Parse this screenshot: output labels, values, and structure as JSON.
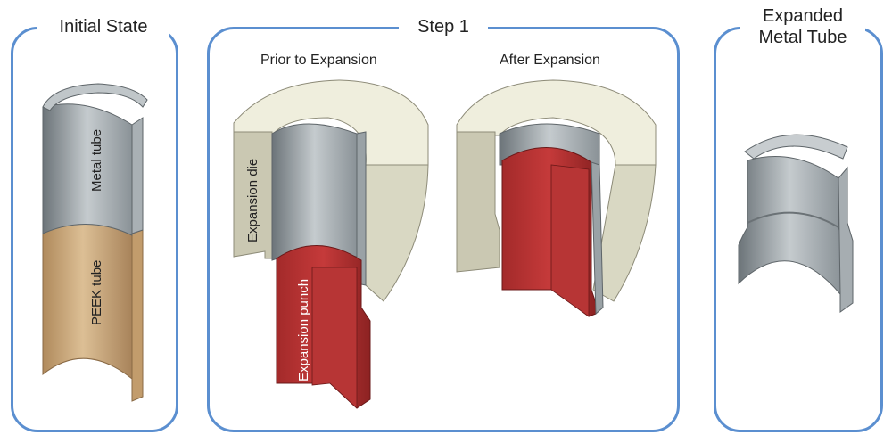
{
  "panels": {
    "initial": {
      "title": "Initial State"
    },
    "step1": {
      "title": "Step 1",
      "prior": "Prior to Expansion",
      "after": "After Expansion"
    },
    "expanded": {
      "title_line1": "Expanded",
      "title_line2": "Metal Tube"
    }
  },
  "labels": {
    "metal_tube": "Metal tube",
    "peek_tube": "PEEK tube",
    "expansion_die": "Expansion die",
    "expansion_punch": "Expansion punch"
  },
  "colors": {
    "panel_border": "#5b8fd0",
    "metal": "#9aa3a8",
    "peek": "#c9a87c",
    "die": "#efeedd",
    "punch": "#b33333"
  }
}
